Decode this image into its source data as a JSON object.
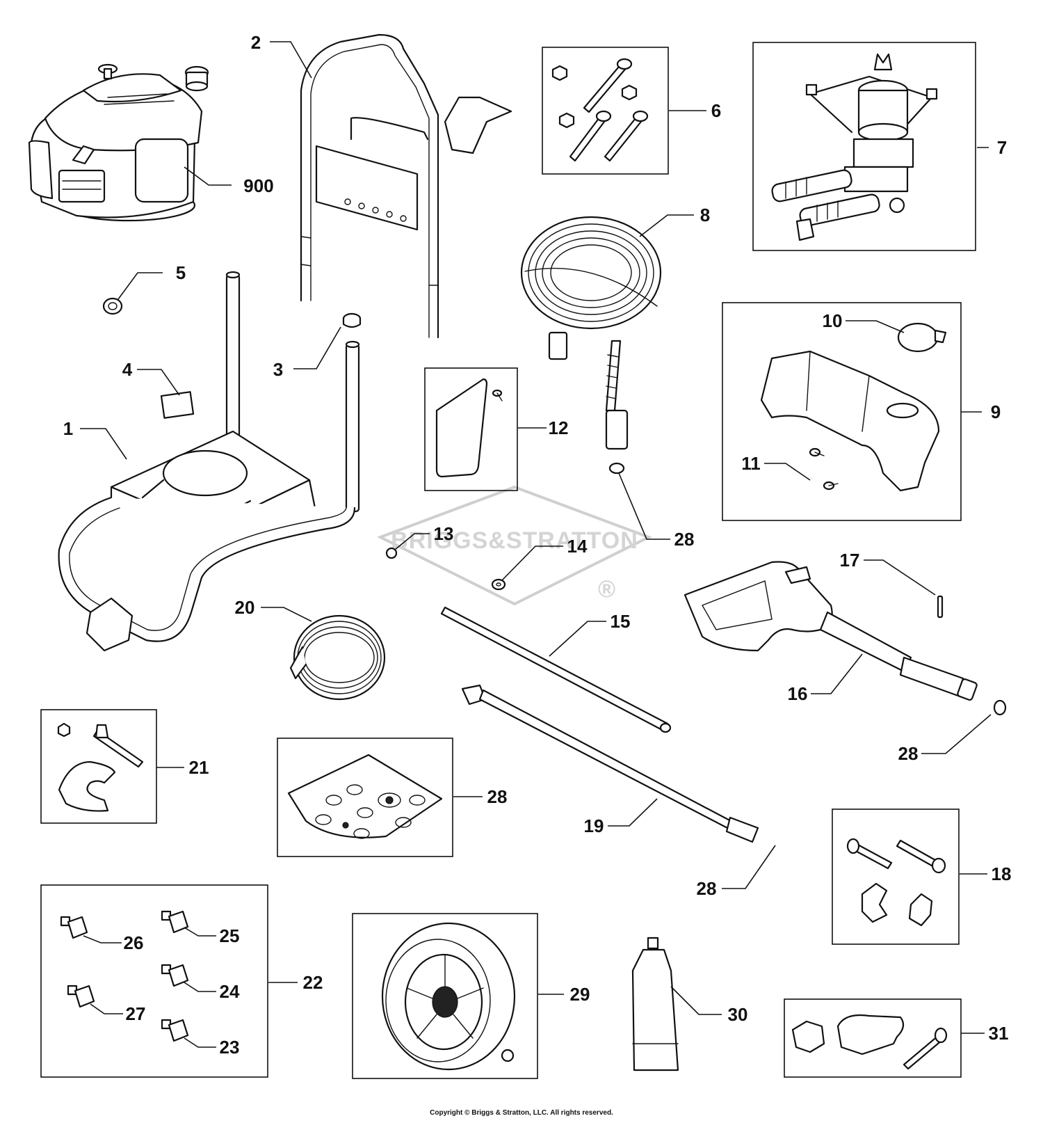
{
  "watermark": {
    "brand": "BRIGGS&STRATTON",
    "registered": "®"
  },
  "copyright": "Copyright © Briggs & Stratton, LLC. All rights reserved.",
  "callouts": {
    "c1": "1",
    "c2": "2",
    "c3": "3",
    "c4": "4",
    "c5": "5",
    "c6": "6",
    "c7": "7",
    "c8": "8",
    "c9": "9",
    "c10": "10",
    "c11": "11",
    "c12": "12",
    "c13": "13",
    "c14": "14",
    "c15": "15",
    "c16": "16",
    "c17": "17",
    "c18": "18",
    "c19": "19",
    "c20": "20",
    "c21": "21",
    "c22": "22",
    "c23": "23",
    "c24": "24",
    "c25": "25",
    "c26": "26",
    "c27": "27",
    "c28a": "28",
    "c28b": "28",
    "c28c": "28",
    "c28d": "28",
    "c29": "29",
    "c30": "30",
    "c31": "31",
    "c900": "900"
  }
}
